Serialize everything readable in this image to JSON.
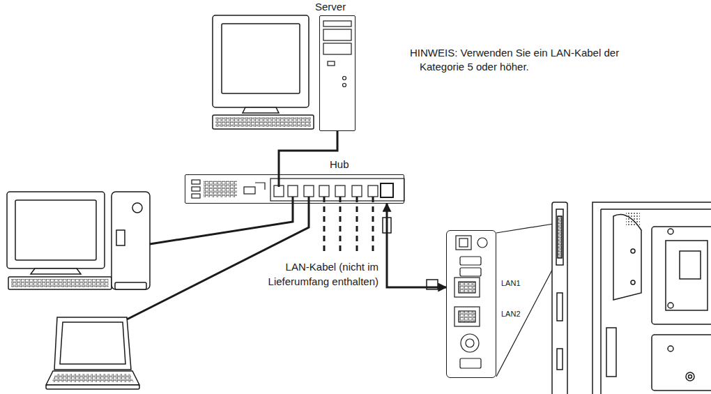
{
  "diagram": {
    "nodes": [
      {
        "text": [
          "Server"
        ]
      },
      {
        "text": [
          "Hub"
        ]
      },
      {
        "text": [
          "LAN1",
          "LAN2"
        ]
      }
    ],
    "edges": [
      {
        "from": 0,
        "to": 1,
        "arrow": "none"
      },
      {
        "from": 1,
        "to": 2,
        "arrow": "both",
        "label": "LAN-Kabel (nicht im Lieferumfang enthalten)"
      }
    ],
    "labels": [
      "HINWEIS: Verwenden Sie ein LAN-Kabel der Kategorie 5 oder höher."
    ]
  }
}
